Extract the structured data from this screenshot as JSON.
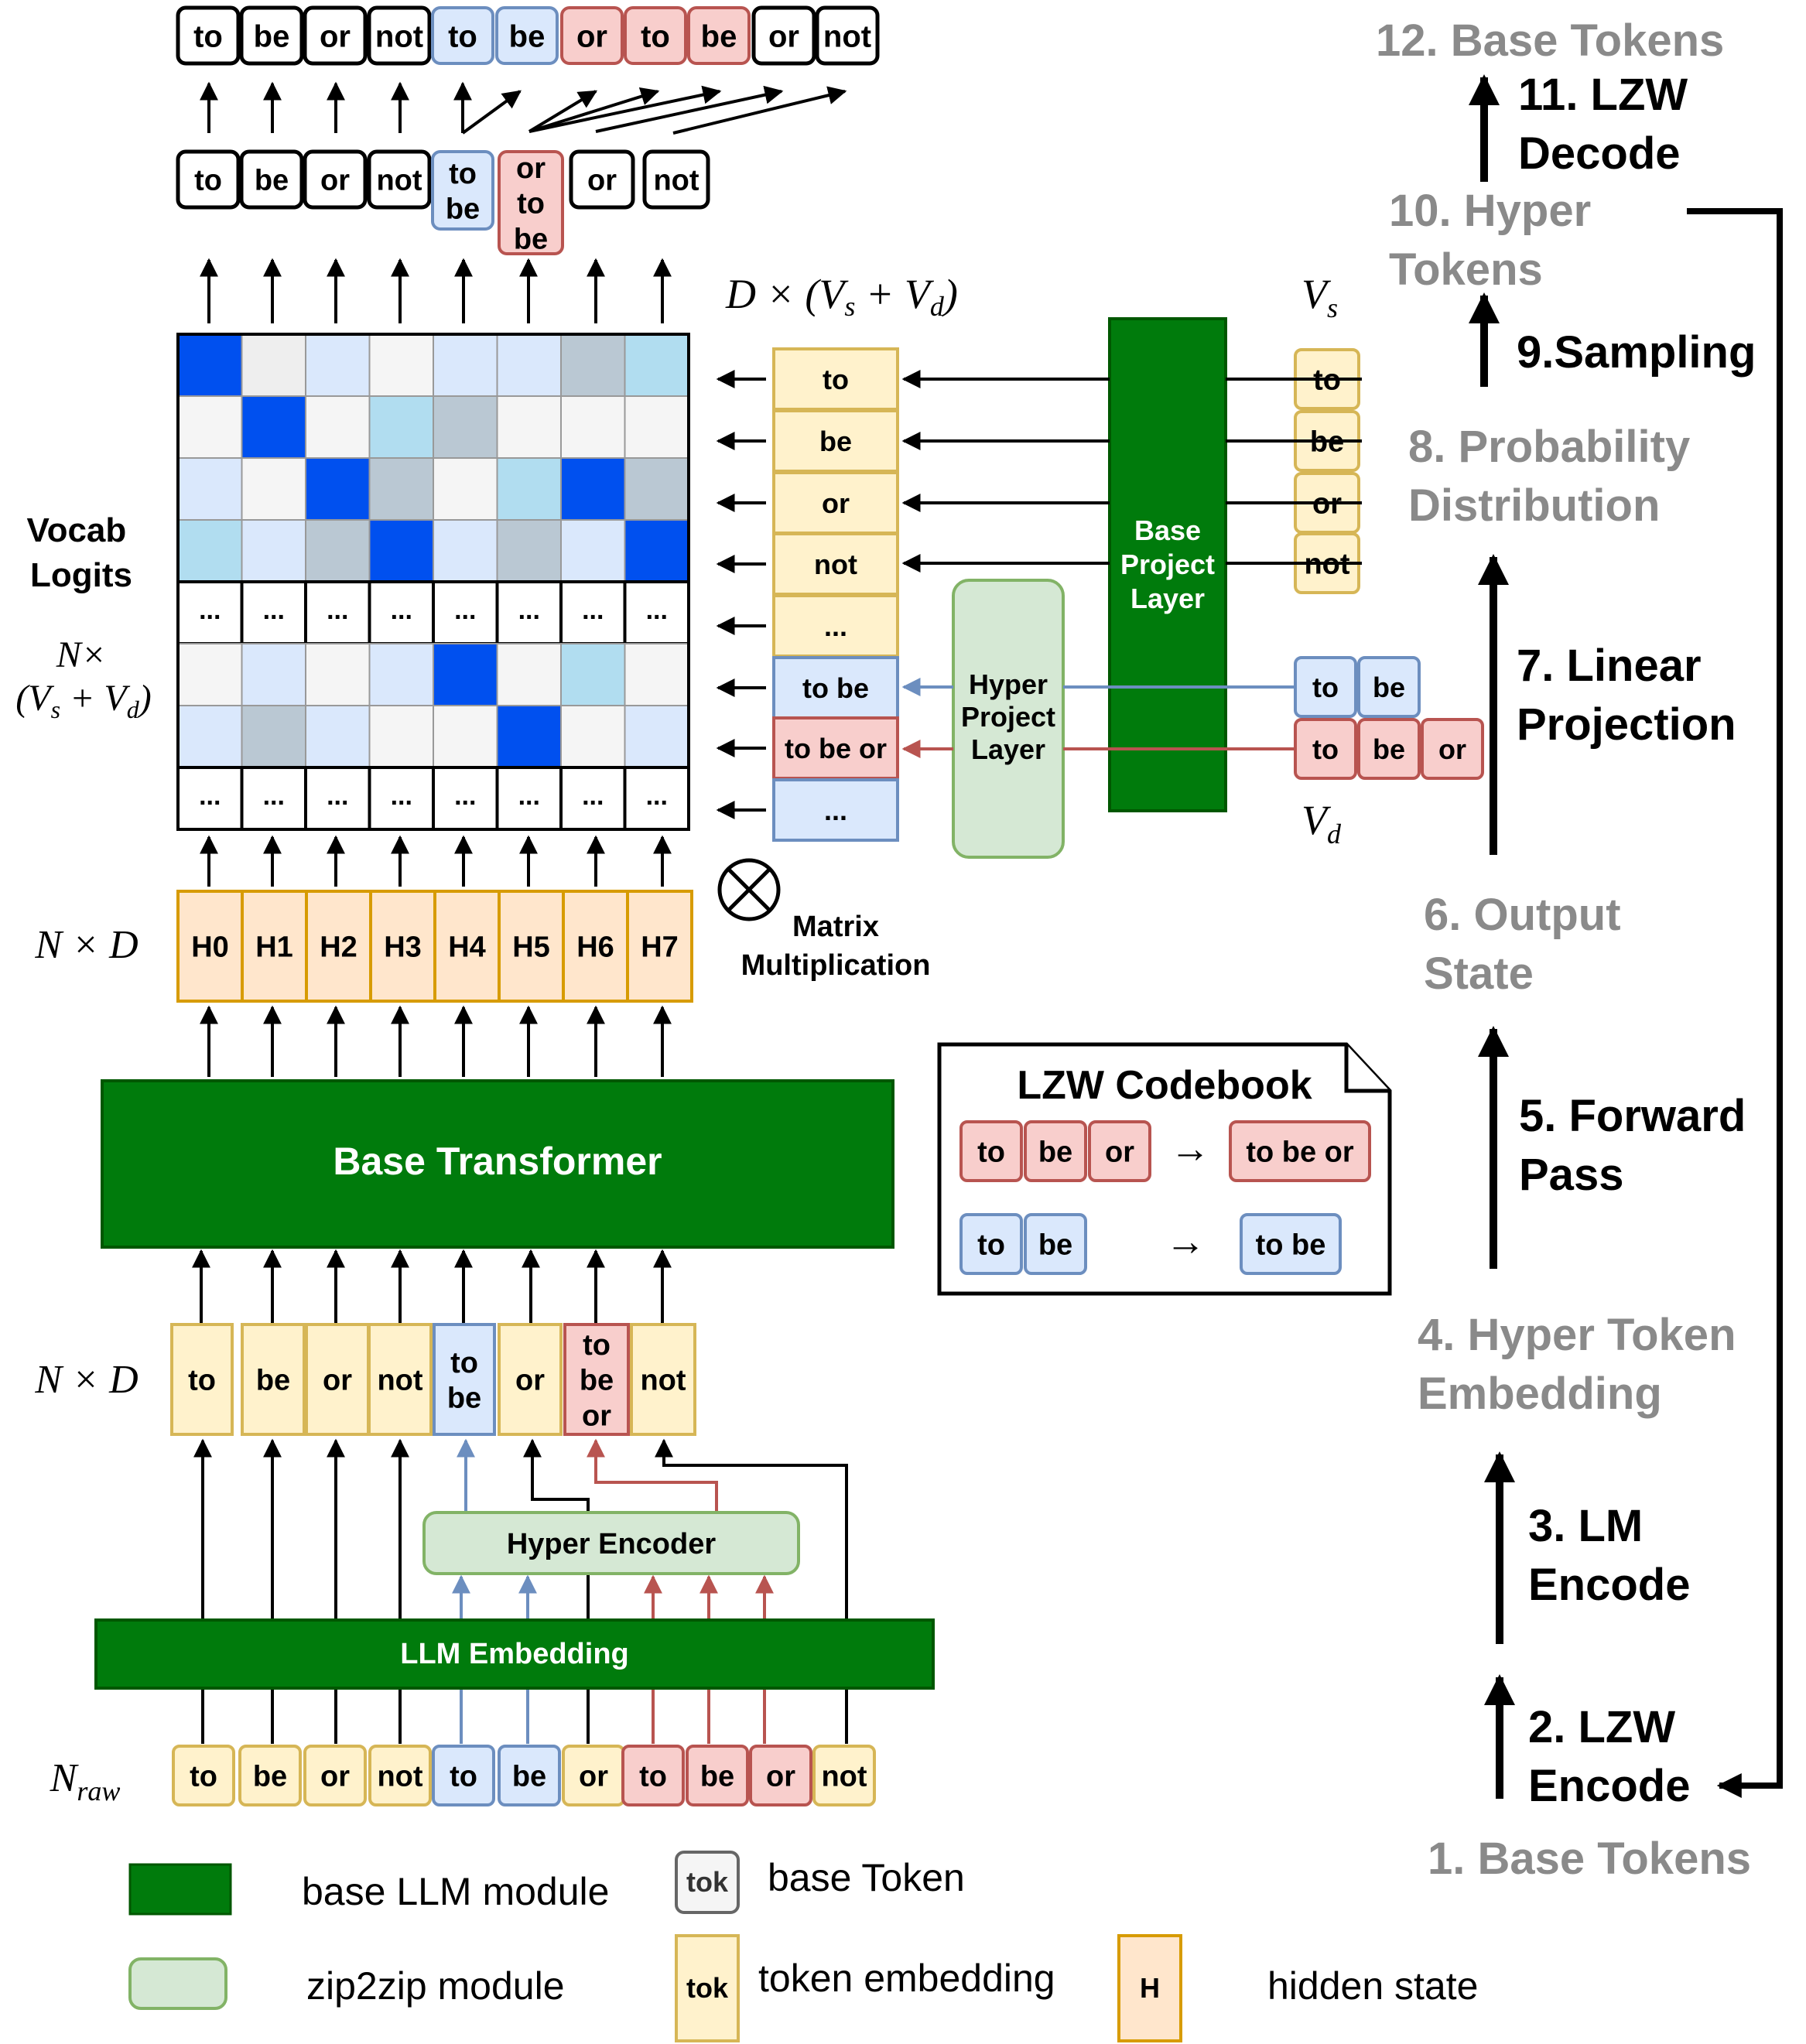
{
  "colors": {
    "green": "#007B0C",
    "light_green": "#D5E8D4",
    "light_green_border": "#82B366",
    "yellow": "#FFF2CC",
    "yellow_border": "#D6B656",
    "blue": "#DAE8FC",
    "blue_border": "#6C8EBF",
    "red": "#F8CECC",
    "red_border": "#B85450",
    "orange": "#FFE6CC",
    "orange_border": "#D79B00",
    "step_gray": "#8A8A8A",
    "heat_levels": [
      "#F5F5F5",
      "#DAE8FC",
      "#B1DDF0",
      "#BAC8D3",
      "#0050EF",
      "#EEEEEE"
    ]
  },
  "output_tokens": [
    "to",
    "be",
    "or",
    "not",
    "to",
    "be",
    "or",
    "to",
    "be",
    "or",
    "not"
  ],
  "output_token_types": [
    "base",
    "base",
    "base",
    "base",
    "blue",
    "blue",
    "red",
    "red",
    "red",
    "base",
    "base"
  ],
  "hyper_output_tokens": [
    "to",
    "be",
    "or",
    "not",
    "to\nbe",
    "or\nto\nbe",
    "or",
    "not"
  ],
  "hyper_output_types": [
    "base",
    "base",
    "base",
    "base",
    "blue",
    "red",
    "base",
    "base"
  ],
  "logits_grid": [
    [
      4,
      5,
      1,
      0,
      1,
      1,
      3,
      2
    ],
    [
      0,
      4,
      0,
      2,
      3,
      0,
      0,
      0
    ],
    [
      1,
      0,
      4,
      3,
      0,
      2,
      4,
      3
    ],
    [
      2,
      1,
      3,
      4,
      1,
      3,
      1,
      4
    ],
    [
      "...",
      "...",
      "...",
      "...",
      "...",
      "...",
      "...",
      "..."
    ],
    [
      0,
      1,
      0,
      1,
      4,
      0,
      2,
      0
    ],
    [
      1,
      3,
      1,
      0,
      0,
      4,
      0,
      1
    ],
    [
      "...",
      "...",
      "...",
      "...",
      "...",
      "...",
      "...",
      "..."
    ]
  ],
  "left_labels": {
    "vocab_logits": "Vocab\nLogits",
    "logits_shape": "N×\n(V_s + V_d)",
    "hidden_shape": "N × D",
    "embedding_shape": "N × D",
    "raw_label": "N_raw"
  },
  "projection": {
    "label": "D × (V_s + V_d)",
    "vs_label": "V_s",
    "vd_label": "V_d",
    "embedding_rows": [
      "to",
      "be",
      "or",
      "not",
      "...",
      "to be",
      "to be or",
      "..."
    ],
    "embedding_row_types": [
      "yellow",
      "yellow",
      "yellow",
      "yellow",
      "yellow",
      "blue",
      "red",
      "blue"
    ],
    "base_vocab": [
      "to",
      "be",
      "or",
      "not"
    ],
    "hyper_vocab_blue": [
      "to",
      "be"
    ],
    "hyper_vocab_red": [
      "to",
      "be",
      "or"
    ],
    "base_project_layer": "Base\nProject\nLayer",
    "hyper_project_layer": "Hyper\nProject\nLayer",
    "matrix_multiplication": "Matrix\nMultiplication",
    "matmul_symbol": "⊗"
  },
  "hidden_states": [
    "H0",
    "H1",
    "H2",
    "H3",
    "H4",
    "H5",
    "H6",
    "H7"
  ],
  "base_transformer": "Base Transformer",
  "codebook": {
    "title": "LZW Codebook",
    "entries": [
      {
        "tokens": [
          "to",
          "be",
          "or"
        ],
        "result": "to be or",
        "type": "red"
      },
      {
        "tokens": [
          "to",
          "be"
        ],
        "result": "to be",
        "type": "blue"
      }
    ],
    "arrow": "→"
  },
  "input_embeddings": [
    "to",
    "be",
    "or",
    "not",
    "to\nbe",
    "or",
    "to\nbe\nor",
    "not"
  ],
  "input_embedding_types": [
    "yellow",
    "yellow",
    "yellow",
    "yellow",
    "blue",
    "yellow",
    "red",
    "yellow"
  ],
  "hyper_encoder": "Hyper Encoder",
  "llm_embedding": "LLM Embedding",
  "raw_tokens": [
    "to",
    "be",
    "or",
    "not",
    "to",
    "be",
    "or",
    "to",
    "be",
    "or",
    "not"
  ],
  "raw_token_types": [
    "yellow",
    "yellow",
    "yellow",
    "yellow",
    "blue",
    "blue",
    "yellow",
    "red",
    "red",
    "red",
    "yellow"
  ],
  "steps": [
    {
      "text": "12. Base Tokens",
      "style": "gray"
    },
    {
      "text": "11. LZW\nDecode",
      "style": "black"
    },
    {
      "text": "10. Hyper\nTokens",
      "style": "gray"
    },
    {
      "text": "9.Sampling",
      "style": "black"
    },
    {
      "text": "8. Probability\nDistribution",
      "style": "gray"
    },
    {
      "text": "7. Linear\nProjection",
      "style": "black"
    },
    {
      "text": "6. Output\nState",
      "style": "gray"
    },
    {
      "text": "5. Forward\nPass",
      "style": "black"
    },
    {
      "text": "4. Hyper Token\nEmbedding",
      "style": "gray"
    },
    {
      "text": "3. LM\nEncode",
      "style": "black"
    },
    {
      "text": "2. LZW\nEncode",
      "style": "black"
    },
    {
      "text": "1. Base Tokens",
      "style": "gray"
    }
  ],
  "legend": {
    "base_llm_module": "base LLM module",
    "zip2zip_module": "zip2zip module",
    "tok": "tok",
    "base_token": "base Token",
    "token_embedding": "token embedding",
    "h": "H",
    "hidden_state": "hidden state"
  }
}
